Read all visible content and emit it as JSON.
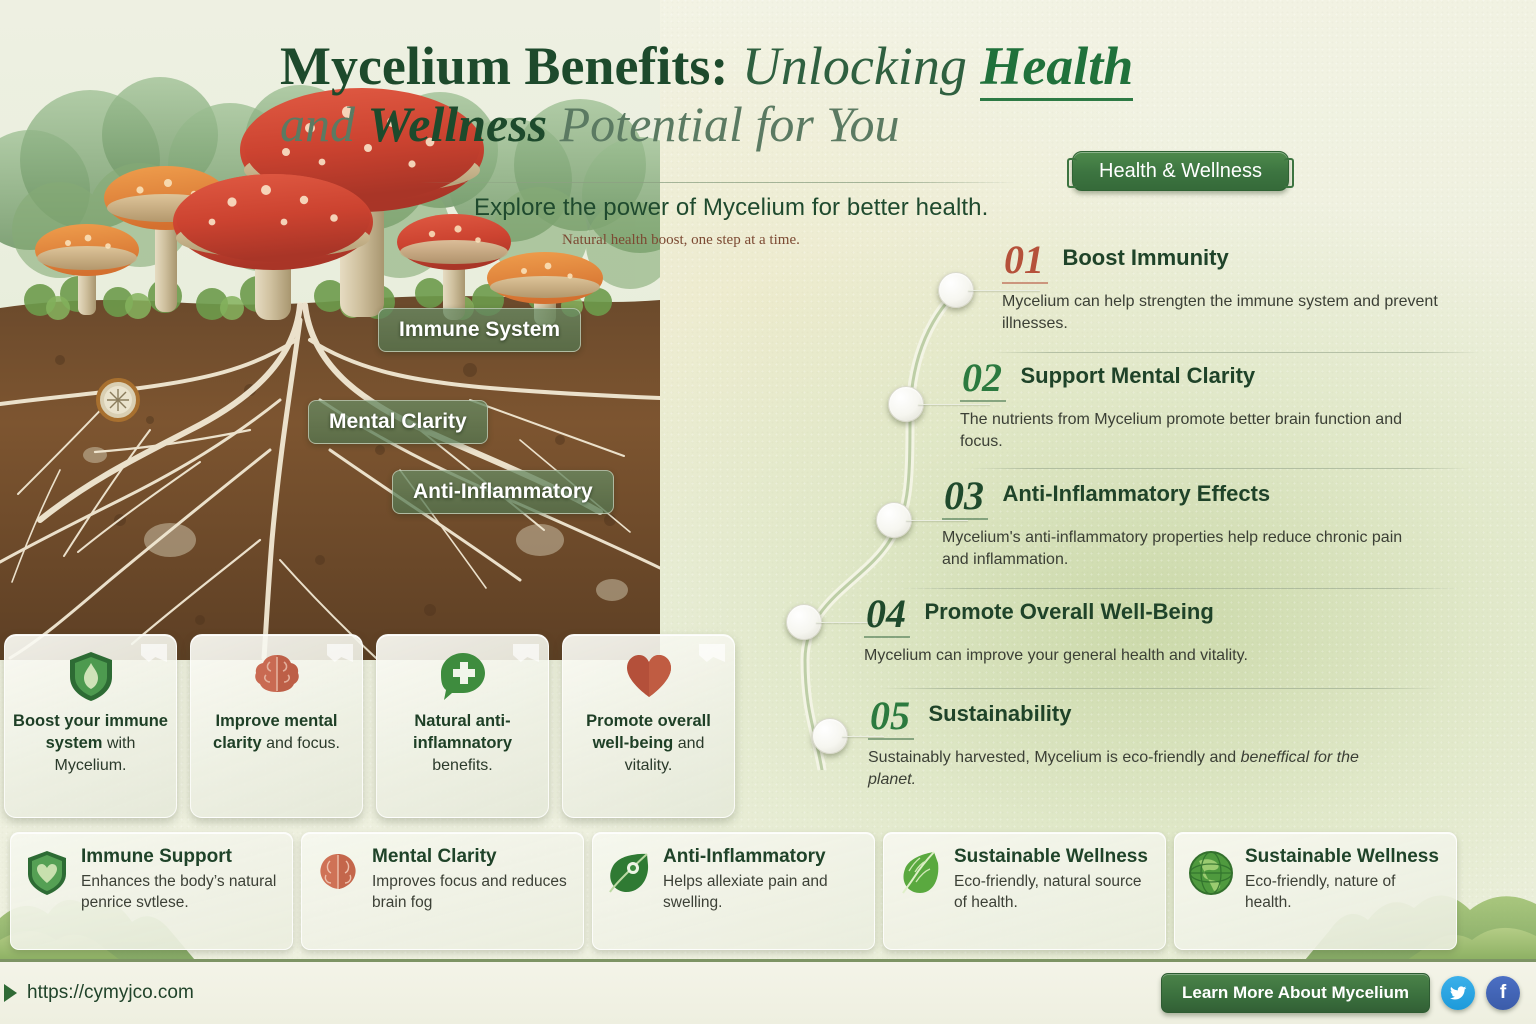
{
  "header": {
    "title_part1": "Mycelium Benefits:",
    "title_part2": "Unlocking",
    "title_part3": "Health",
    "title_part4": "and",
    "title_part5": "Wellness",
    "title_part6": "Potential for You",
    "subtitle": "Explore the power of Mycelium for better health.",
    "tagline": "Natural health boost, one step at a time.",
    "badge": "Health & Wellness"
  },
  "illustration_labels": [
    {
      "text": "Immune System"
    },
    {
      "text": "Mental Clarity"
    },
    {
      "text": "Anti-Inflammatory"
    }
  ],
  "timeline": {
    "steps": [
      {
        "number": "01",
        "color": "#b5513a",
        "title": "Boost Immunity",
        "desc": "Mycelium can help strengten the immune system and prevent illnesses."
      },
      {
        "number": "02",
        "color": "#2c7a3f",
        "title": "Support Mental Clarity",
        "desc": "The nutrients from Mycelium promote better brain function and focus."
      },
      {
        "number": "03",
        "color": "#1f4a2c",
        "title": "Anti-Inflammatory Effects",
        "desc": "Mycelium's anti-inflammatory properties help reduce chronic pain and inflammation."
      },
      {
        "number": "04",
        "color": "#1f4a2c",
        "title": "Promote Overall Well-Being",
        "desc": "Mycelium can improve your general health and vitality."
      },
      {
        "number": "05",
        "color": "#2c7a3f",
        "title": "Sustainability",
        "desc_plain": "Sustainably harvested, Mycelium is eco-friendly and ",
        "desc_italic": "beneffical for the planet."
      }
    ]
  },
  "feature_cards": [
    {
      "icon": "shield-icon",
      "bold": "Boost your immune system",
      "rest": "with Mycelium."
    },
    {
      "icon": "brain-icon",
      "bold": "Improve mental clarity",
      "rest": "and focus."
    },
    {
      "icon": "medical-plus-icon",
      "bold": "Natural anti-inflamnatory",
      "rest": "benefits."
    },
    {
      "icon": "heart-icon",
      "bold": "Promote overall well-being",
      "rest": "and vitality."
    }
  ],
  "bottom_cards": [
    {
      "icon": "shield-heart-icon",
      "title": "Immune Support",
      "desc": "Enhances the body’s natural penrice svtlese."
    },
    {
      "icon": "brain-icon",
      "title": "Mental Clarity",
      "desc": "Improves focus and reduces brain fog"
    },
    {
      "icon": "leaf-icon",
      "title": "Anti-Inflammatory",
      "desc": "Helps allexiate pain and swelling."
    },
    {
      "icon": "leaf-icon",
      "title": "Sustainable Wellness",
      "desc": "Eco-friendly, natural source of health."
    },
    {
      "icon": "globe-icon",
      "title": "Sustainable Wellness",
      "desc": "Eco-friendly, nature of health."
    }
  ],
  "footer": {
    "url": "https://cymyjco.com",
    "cta": "Learn More About Mycelium",
    "social": [
      {
        "name": "twitter-icon",
        "glyph": "🐦"
      },
      {
        "name": "facebook-icon",
        "glyph": "f"
      }
    ]
  },
  "colors": {
    "brand_green": "#3c7440",
    "dark_green": "#1f4329",
    "accent_rust": "#b5513a",
    "paper": "#f2f2e2"
  }
}
